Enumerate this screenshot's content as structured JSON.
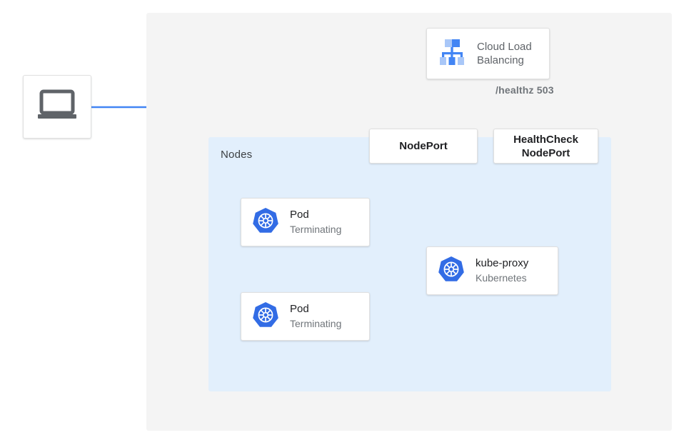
{
  "diagram": {
    "title": "Kubernetes LoadBalancer health check with terminating pods",
    "colors": {
      "traffic_blue": "#4285f4",
      "health_red": "#ea4335",
      "panel_gray": "#f4f4f4",
      "panel_blue": "#e2effc",
      "k8s_blue": "#326ce5",
      "icon_gray": "#5f6368"
    }
  },
  "outer_panel": {
    "name": "cloud-environment"
  },
  "nodes_panel": {
    "label": "Nodes"
  },
  "client": {
    "icon": "laptop-icon",
    "label": ""
  },
  "load_balancer": {
    "icon": "cloud-load-balancing-icon",
    "line1": "Cloud Load",
    "line2": "Balancing"
  },
  "health_label": "/healthz 503",
  "nodeport": {
    "label": "NodePort"
  },
  "healthcheck_nodeport": {
    "line1": "HealthCheck",
    "line2": "NodePort"
  },
  "pods": [
    {
      "icon": "kubernetes-icon",
      "title": "Pod",
      "subtitle": "Terminating"
    },
    {
      "icon": "kubernetes-icon",
      "title": "Pod",
      "subtitle": "Terminating"
    }
  ],
  "kube_proxy": {
    "icon": "kubernetes-icon",
    "title": "kube-proxy",
    "subtitle": "Kubernetes"
  },
  "connections": [
    {
      "name": "client-to-load-balancer",
      "style": "solid",
      "color": "#4285f4"
    },
    {
      "name": "load-balancer-to-nodeport",
      "style": "solid",
      "color": "#4285f4"
    },
    {
      "name": "load-balancer-healthcheck",
      "style": "solid",
      "color": "#ea4335"
    },
    {
      "name": "kube-proxy-to-nodeport",
      "style": "dotted",
      "color": "#4285f4"
    },
    {
      "name": "kube-proxy-to-healthcheck-nodeport",
      "style": "dotted",
      "color": "#ea4335"
    },
    {
      "name": "kube-proxy-to-pods",
      "style": "solid",
      "color": "#4285f4"
    }
  ]
}
